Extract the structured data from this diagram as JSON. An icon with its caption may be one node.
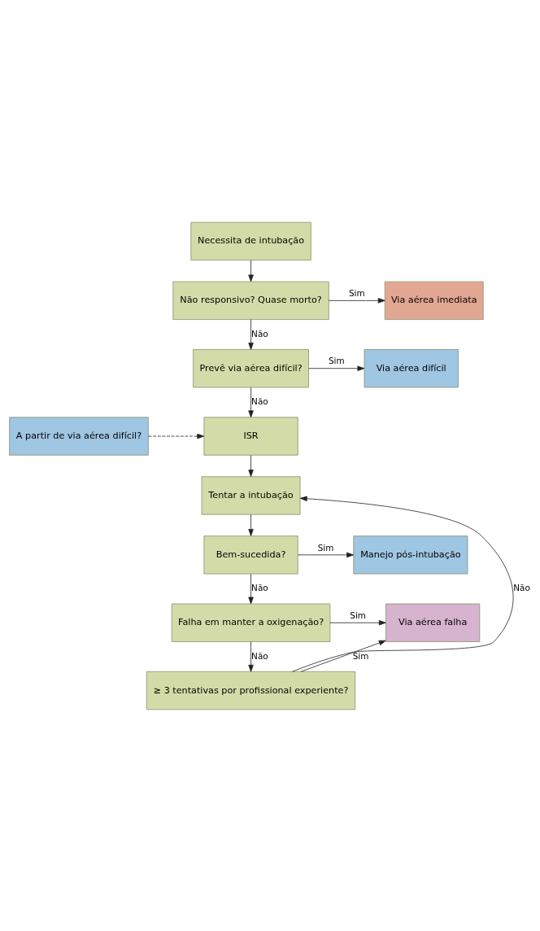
{
  "diagram": {
    "nodes": [
      {
        "text": [
          "Necessita de intubação"
        ]
      },
      {
        "text": [
          "Não responsivo? Quase morto?"
        ]
      },
      {
        "text": [
          "Via aérea imediata"
        ]
      },
      {
        "text": [
          "Prevê via aérea difícil?"
        ]
      },
      {
        "text": [
          "Via aérea difícil"
        ]
      },
      {
        "text": [
          "A partir de via aérea difícil?"
        ]
      },
      {
        "text": [
          "ISR"
        ]
      },
      {
        "text": [
          "Tentar a intubação"
        ]
      },
      {
        "text": [
          "Bem-sucedida?"
        ]
      },
      {
        "text": [
          "Manejo pós-intubação"
        ]
      },
      {
        "text": [
          "Falha em manter a oxigenação?"
        ]
      },
      {
        "text": [
          "Via aérea falha"
        ]
      },
      {
        "text": [
          "≥ 3 tentativas por profissional experiente?"
        ]
      }
    ],
    "edges": [
      {
        "from": 0,
        "to": 1,
        "arrow": "to"
      },
      {
        "from": 1,
        "to": 2,
        "arrow": "to",
        "label": "Sim"
      },
      {
        "from": 1,
        "to": 3,
        "arrow": "to",
        "label": "Não"
      },
      {
        "from": 3,
        "to": 4,
        "arrow": "to",
        "label": "Sim"
      },
      {
        "from": 3,
        "to": 6,
        "arrow": "to",
        "label": "Não"
      },
      {
        "from": 5,
        "to": 6,
        "arrow": "to",
        "style": "dashed"
      },
      {
        "from": 6,
        "to": 7,
        "arrow": "to"
      },
      {
        "from": 7,
        "to": 8,
        "arrow": "to"
      },
      {
        "from": 8,
        "to": 9,
        "arrow": "to",
        "label": "Sim"
      },
      {
        "from": 8,
        "to": 10,
        "arrow": "to",
        "label": "Não"
      },
      {
        "from": 10,
        "to": 11,
        "arrow": "to",
        "label": "Sim"
      },
      {
        "from": 10,
        "to": 12,
        "arrow": "to",
        "label": "Não"
      },
      {
        "from": 12,
        "to": 11,
        "arrow": "to",
        "label": "Sim"
      },
      {
        "from": 12,
        "to": 7,
        "arrow": "to",
        "label": "Não"
      }
    ]
  }
}
